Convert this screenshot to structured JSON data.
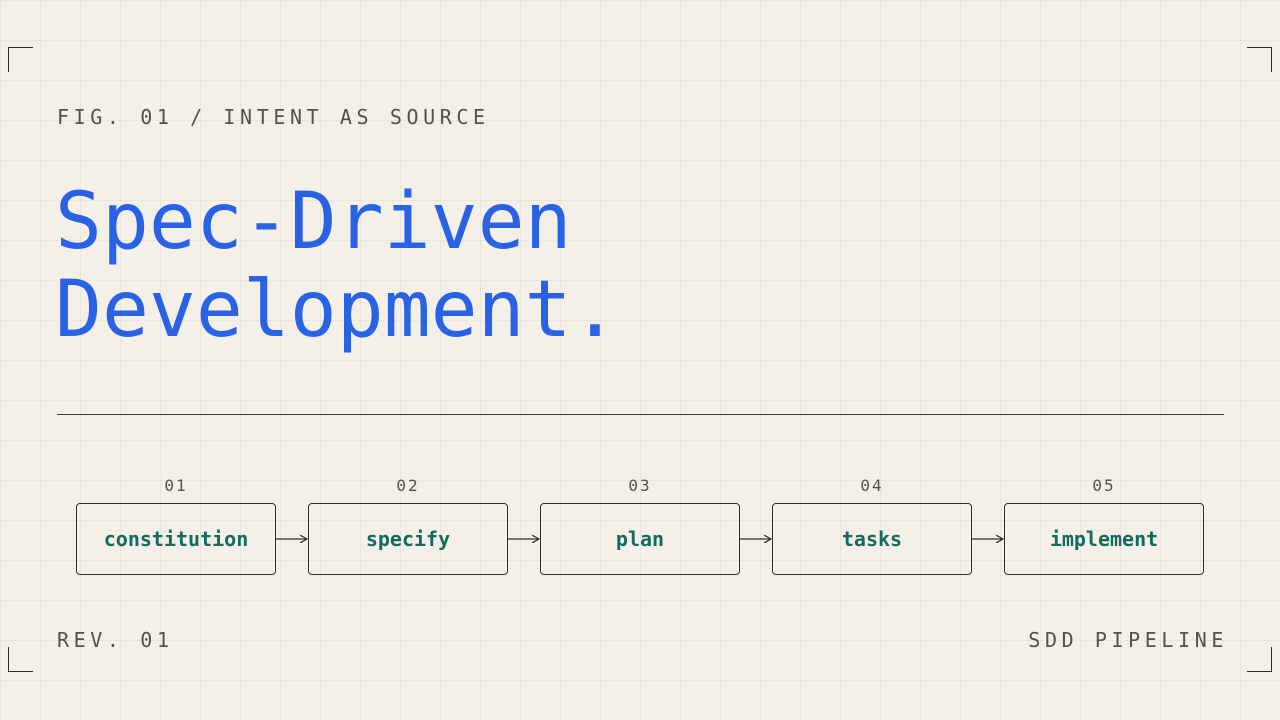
{
  "figure_label": "FIG. 01 / INTENT AS SOURCE",
  "title": {
    "line1": "Spec-Driven",
    "line2": "Development."
  },
  "stages": [
    {
      "number": "01",
      "label": "constitution"
    },
    {
      "number": "02",
      "label": "specify"
    },
    {
      "number": "03",
      "label": "plan"
    },
    {
      "number": "04",
      "label": "tasks"
    },
    {
      "number": "05",
      "label": "implement"
    }
  ],
  "footer": {
    "left": "REV. 01",
    "right": "SDD PIPELINE"
  },
  "colors": {
    "background": "#f4f0e8",
    "title": "#2a62e6",
    "stage_label": "#126b5e",
    "ink": "#2f2f2f",
    "muted_text": "#555049"
  }
}
